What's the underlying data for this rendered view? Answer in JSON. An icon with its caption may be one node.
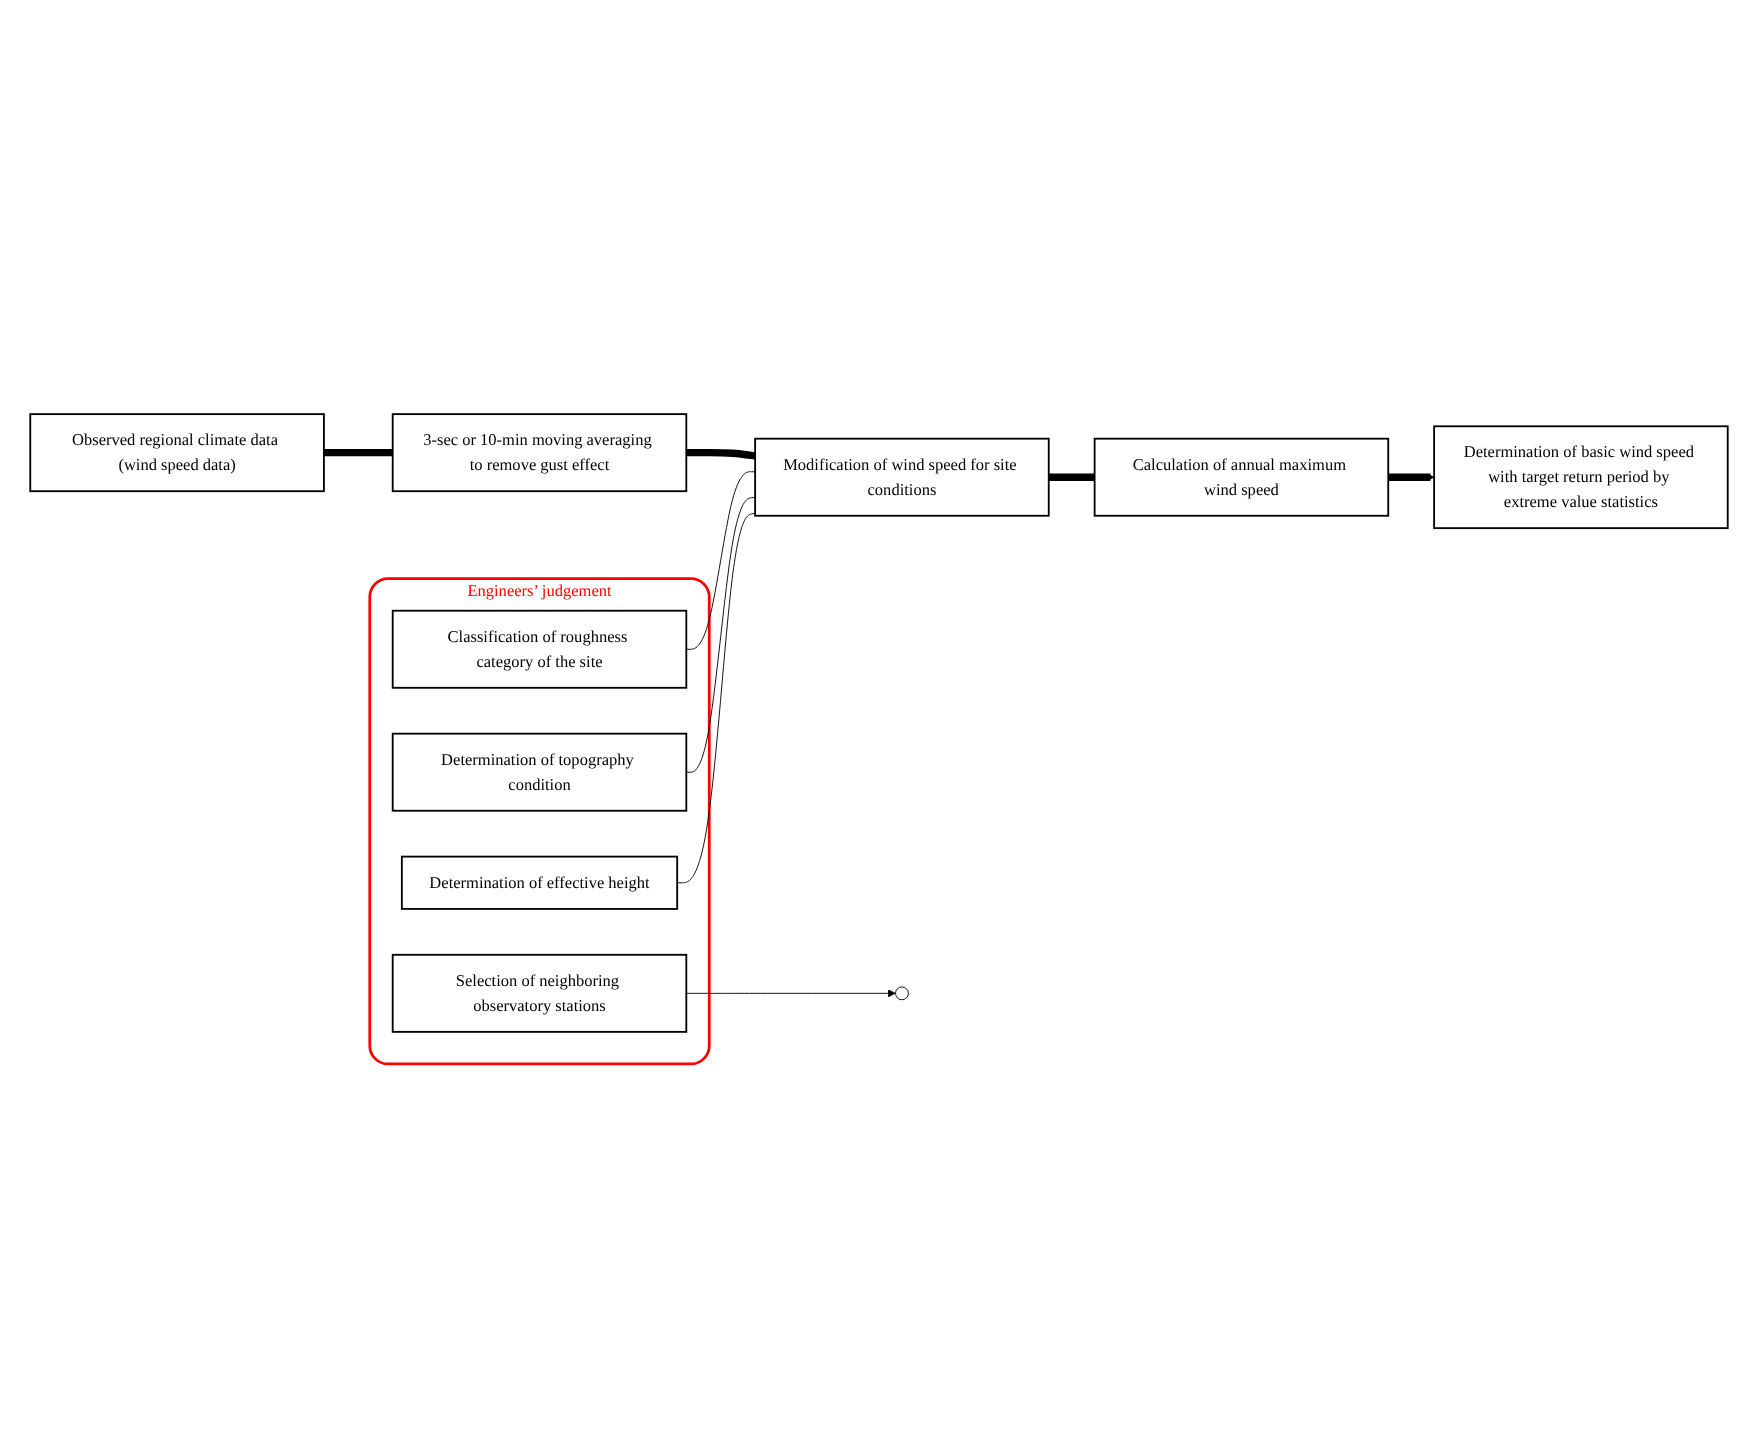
{
  "diagram": {
    "nodes": [
      {
        "text": [
          "Observed regional climate data (wind speed data)"
        ]
      },
      {
        "text": [
          "3-sec or 10-min moving averaging to remove gust effect"
        ]
      },
      {
        "text": [
          "Modification of wind speed for site conditions"
        ]
      },
      {
        "text": [
          "Calculation of annual maximum wind speed"
        ]
      },
      {
        "text": [
          "Determination of basic wind speed with target return period by extreme value statistics"
        ]
      },
      {
        "text": [
          "Engineers’ judgement"
        ]
      },
      {
        "text": [
          "Selection of neighboring observatory stations"
        ],
        "in": 5
      },
      {
        "text": [
          "Classification of roughness category of the site"
        ],
        "in": 5
      },
      {
        "text": [
          "Determination of topography condition"
        ],
        "in": 5
      },
      {
        "text": [
          "Determination of effective height"
        ],
        "in": 5
      }
    ],
    "edges": [
      {
        "from": 0,
        "to": 1,
        "arrow": "none",
        "style": "thick"
      },
      {
        "from": 1,
        "to": 2,
        "arrow": "none",
        "style": "thick"
      },
      {
        "from": 2,
        "to": 3,
        "arrow": "none",
        "style": "thick"
      },
      {
        "from": 3,
        "to": 4,
        "arrow": "to",
        "style": "thick"
      },
      {
        "from": 6,
        "to": null,
        "arrow": "to"
      },
      {
        "from": 7,
        "to": 2,
        "arrow": "none"
      },
      {
        "from": 8,
        "to": 2,
        "arrow": "none"
      },
      {
        "from": 9,
        "to": 2,
        "arrow": "none"
      }
    ]
  }
}
